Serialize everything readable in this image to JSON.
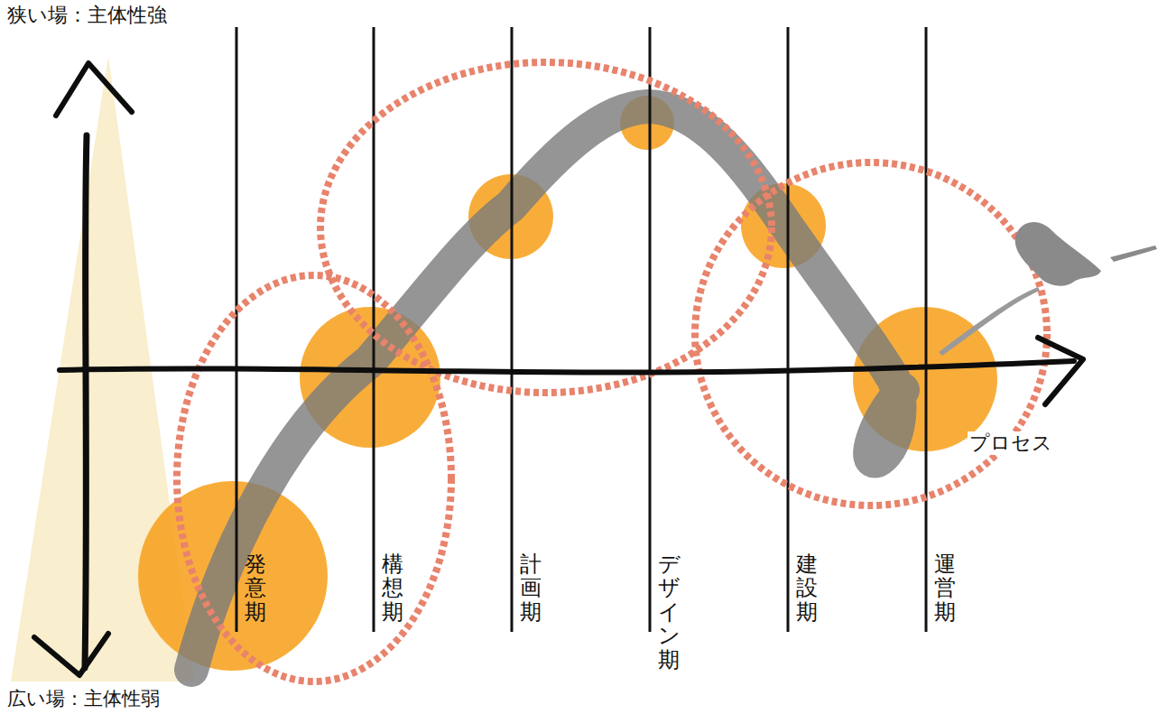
{
  "diagram": {
    "labels": [
      "狭い場：主体性強",
      "発意期",
      "構想期",
      "計画期",
      "デザイン期",
      "建設期",
      "運営期",
      "プロセス",
      "広い場：主体性弱"
    ]
  }
}
